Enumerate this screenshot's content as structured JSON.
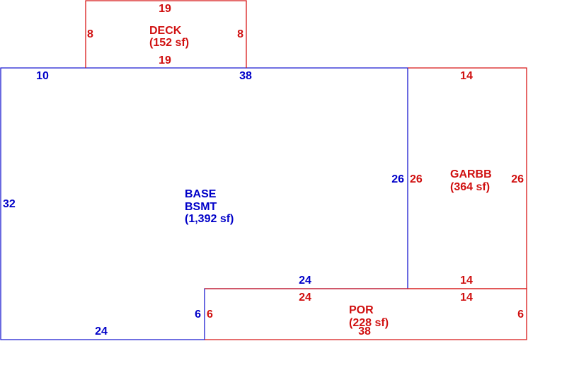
{
  "colors": {
    "base": "#1a1ad0",
    "addition": "#d81818",
    "background": "#ffffff"
  },
  "areas": {
    "base": {
      "code": "BASE",
      "name": "BSMT",
      "area": "(1,392 sf)",
      "dims": {
        "top_left": "10",
        "top_right": "38",
        "left": "32",
        "right": "26",
        "notch_top": "24",
        "notch_side": "6",
        "bottom": "24"
      }
    },
    "deck": {
      "name": "DECK",
      "area": "(152 sf)",
      "dims": {
        "top": "19",
        "bottom": "19",
        "left": "8",
        "right": "8"
      }
    },
    "garbb": {
      "name": "GARBB",
      "area": "(364 sf)",
      "dims": {
        "top": "14",
        "bottom": "14",
        "left": "26",
        "right": "26"
      }
    },
    "por": {
      "name": "POR",
      "area": "(228 sf)",
      "dims": {
        "top_left": "24",
        "top_right": "14",
        "left": "6",
        "right": "6",
        "bottom": "38"
      }
    }
  }
}
